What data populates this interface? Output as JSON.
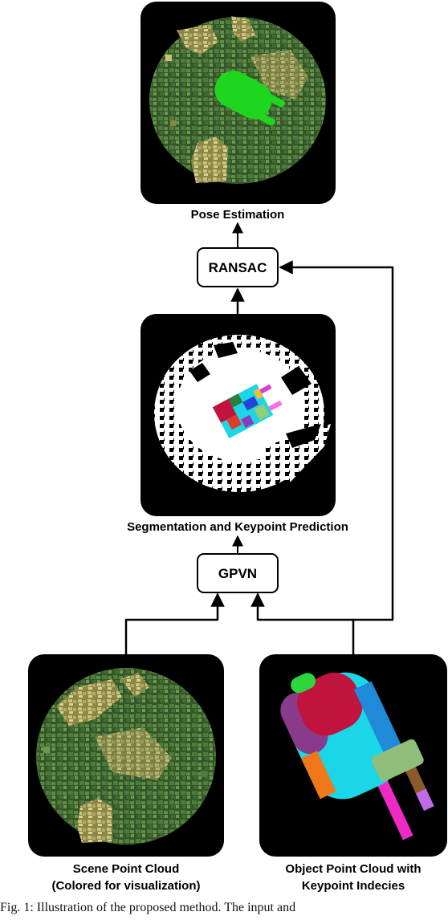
{
  "nodes": {
    "pose_estimation": {
      "caption": "Pose Estimation"
    },
    "ransac": {
      "label": "RANSAC"
    },
    "segmentation": {
      "caption": "Segmentation and Keypoint Prediction"
    },
    "gpvn": {
      "label": "GPVN"
    },
    "scene_cloud": {
      "caption_line1": "Scene Point Cloud",
      "caption_line2": "(Colored for visualization)"
    },
    "object_cloud": {
      "caption_line1": "Object Point Cloud with",
      "caption_line2": "Keypoint Indecies"
    }
  },
  "edges": [
    {
      "from": "scene_cloud",
      "to": "gpvn"
    },
    {
      "from": "object_cloud",
      "to": "gpvn"
    },
    {
      "from": "object_cloud",
      "to": "ransac"
    },
    {
      "from": "gpvn",
      "to": "segmentation"
    },
    {
      "from": "segmentation",
      "to": "ransac"
    },
    {
      "from": "ransac",
      "to": "pose_estimation"
    }
  ],
  "figure_caption_fragment": "Fig. 1: Illustration of the proposed method. The input and",
  "colors": {
    "panel_background": "#000000",
    "scene_green": "#4e7a3a",
    "scene_olive": "#a9a35c",
    "object_green": "#1dd61d",
    "segmentation_white": "#ffffff",
    "arrow": "#000000"
  }
}
